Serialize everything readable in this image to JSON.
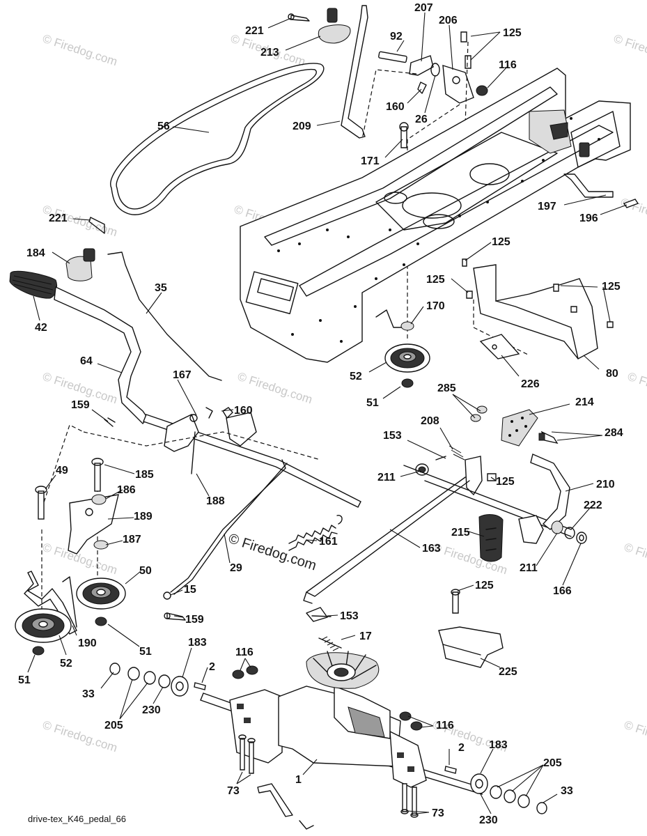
{
  "caption": "drive-tex_K46_pedal_66",
  "watermark": "© Firedog.com",
  "callouts": [
    "221",
    "213",
    "207",
    "206",
    "125",
    "92",
    "116",
    "160",
    "26",
    "56",
    "209",
    "171",
    "197",
    "196",
    "221",
    "184",
    "35",
    "42",
    "125",
    "125",
    "125",
    "170",
    "80",
    "64",
    "167",
    "160",
    "52",
    "226",
    "51",
    "285",
    "214",
    "159",
    "208",
    "284",
    "153",
    "185",
    "49",
    "186",
    "211",
    "125",
    "210",
    "189",
    "188",
    "222",
    "187",
    "161",
    "215",
    "163",
    "50",
    "211",
    "166",
    "29",
    "15",
    "125",
    "190",
    "159",
    "153",
    "52",
    "51",
    "51",
    "17",
    "183",
    "116",
    "225",
    "2",
    "33",
    "205",
    "230",
    "116",
    "2",
    "183",
    "205",
    "1",
    "33",
    "73",
    "73",
    "230"
  ],
  "labels": {
    "l221a": "221",
    "l213": "213",
    "l207": "207",
    "l206": "206",
    "l125a": "125",
    "l92": "92",
    "l116a": "116",
    "l160a": "160",
    "l26": "26",
    "l56": "56",
    "l209": "209",
    "l171": "171",
    "l197": "197",
    "l196": "196",
    "l221b": "221",
    "l184": "184",
    "l35": "35",
    "l42": "42",
    "l125b": "125",
    "l125c": "125",
    "l125d": "125",
    "l170": "170",
    "l80": "80",
    "l64": "64",
    "l167": "167",
    "l160b": "160",
    "l52a": "52",
    "l226": "226",
    "l51a": "51",
    "l285": "285",
    "l214": "214",
    "l159a": "159",
    "l208": "208",
    "l284": "284",
    "l153a": "153",
    "l185": "185",
    "l49": "49",
    "l186": "186",
    "l211a": "211",
    "l125e": "125",
    "l210": "210",
    "l189": "189",
    "l188": "188",
    "l222": "222",
    "l187": "187",
    "l161": "161",
    "l215": "215",
    "l163": "163",
    "l50": "50",
    "l211b": "211",
    "l166": "166",
    "l29": "29",
    "l15": "15",
    "l125f": "125",
    "l190": "190",
    "l159b": "159",
    "l153b": "153",
    "l52b": "52",
    "l51b": "51",
    "l51c": "51",
    "l17": "17",
    "l183a": "183",
    "l116b": "116",
    "l225": "225",
    "l2a": "2",
    "l33a": "33",
    "l205a": "205",
    "l230a": "230",
    "l116c": "116",
    "l2b": "2",
    "l183b": "183",
    "l205b": "205",
    "l1": "1",
    "l33b": "33",
    "l73a": "73",
    "l73b": "73",
    "l230b": "230"
  }
}
